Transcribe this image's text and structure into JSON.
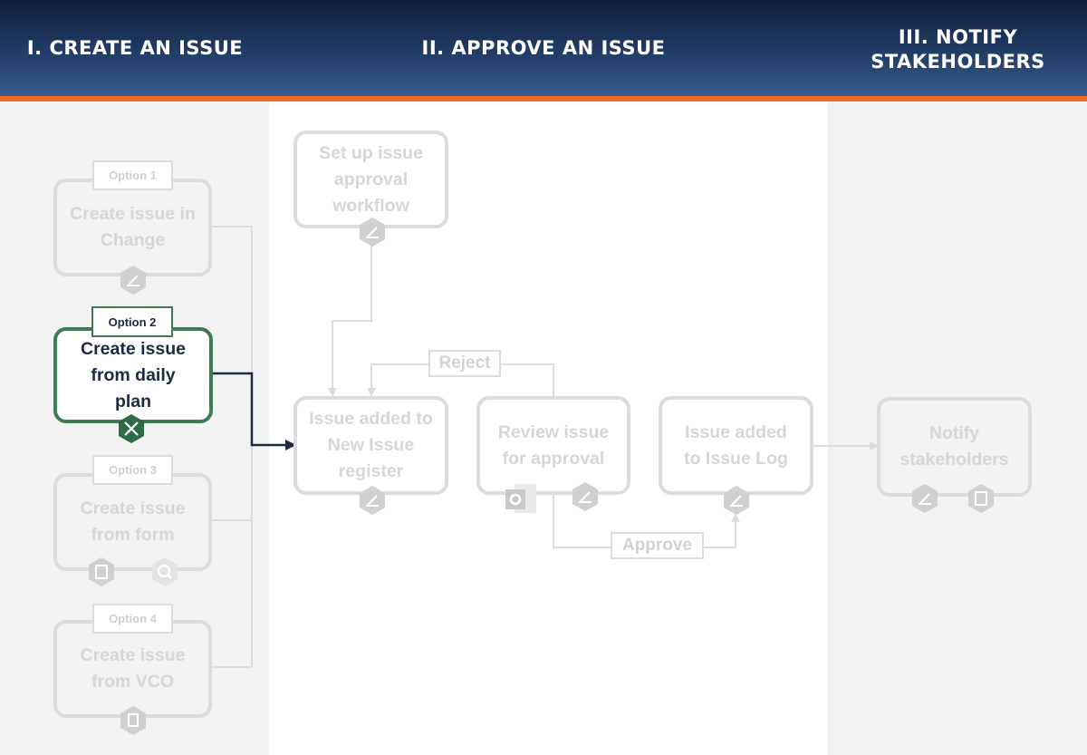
{
  "columns": {
    "create": "I. CREATE AN ISSUE",
    "approve": "II. APPROVE AN ISSUE",
    "notify": "III. NOTIFY STAKEHOLDERS"
  },
  "options": [
    {
      "tag": "Option 1",
      "title": "Create issue in Change",
      "active": false
    },
    {
      "tag": "Option 2",
      "title": "Create issue from daily plan",
      "active": true
    },
    {
      "tag": "Option 3",
      "title": "Create issue from form",
      "active": false
    },
    {
      "tag": "Option 4",
      "title": "Create issue from VCO",
      "active": false
    }
  ],
  "steps": {
    "setup": "Set up issue approval workflow",
    "added_register": "Issue added to New Issue register",
    "review": "Review issue for approval",
    "added_log": "Issue added to Issue Log",
    "notify": "Notify stakeholders"
  },
  "edge_labels": {
    "reject": "Reject",
    "approve": "Approve"
  },
  "icons": {
    "change": "change-icon",
    "daily_plan": "daily-plan-icon",
    "form": "form-icon",
    "search": "search-icon",
    "vco": "documents-icon",
    "outlook": "outlook-icon"
  },
  "colors": {
    "header_top": "#0f1e3a",
    "header_bottom": "#3a5b8a",
    "accent": "#ef6a25",
    "active": "#3e7a52",
    "inactive": "#dcdcdc"
  }
}
